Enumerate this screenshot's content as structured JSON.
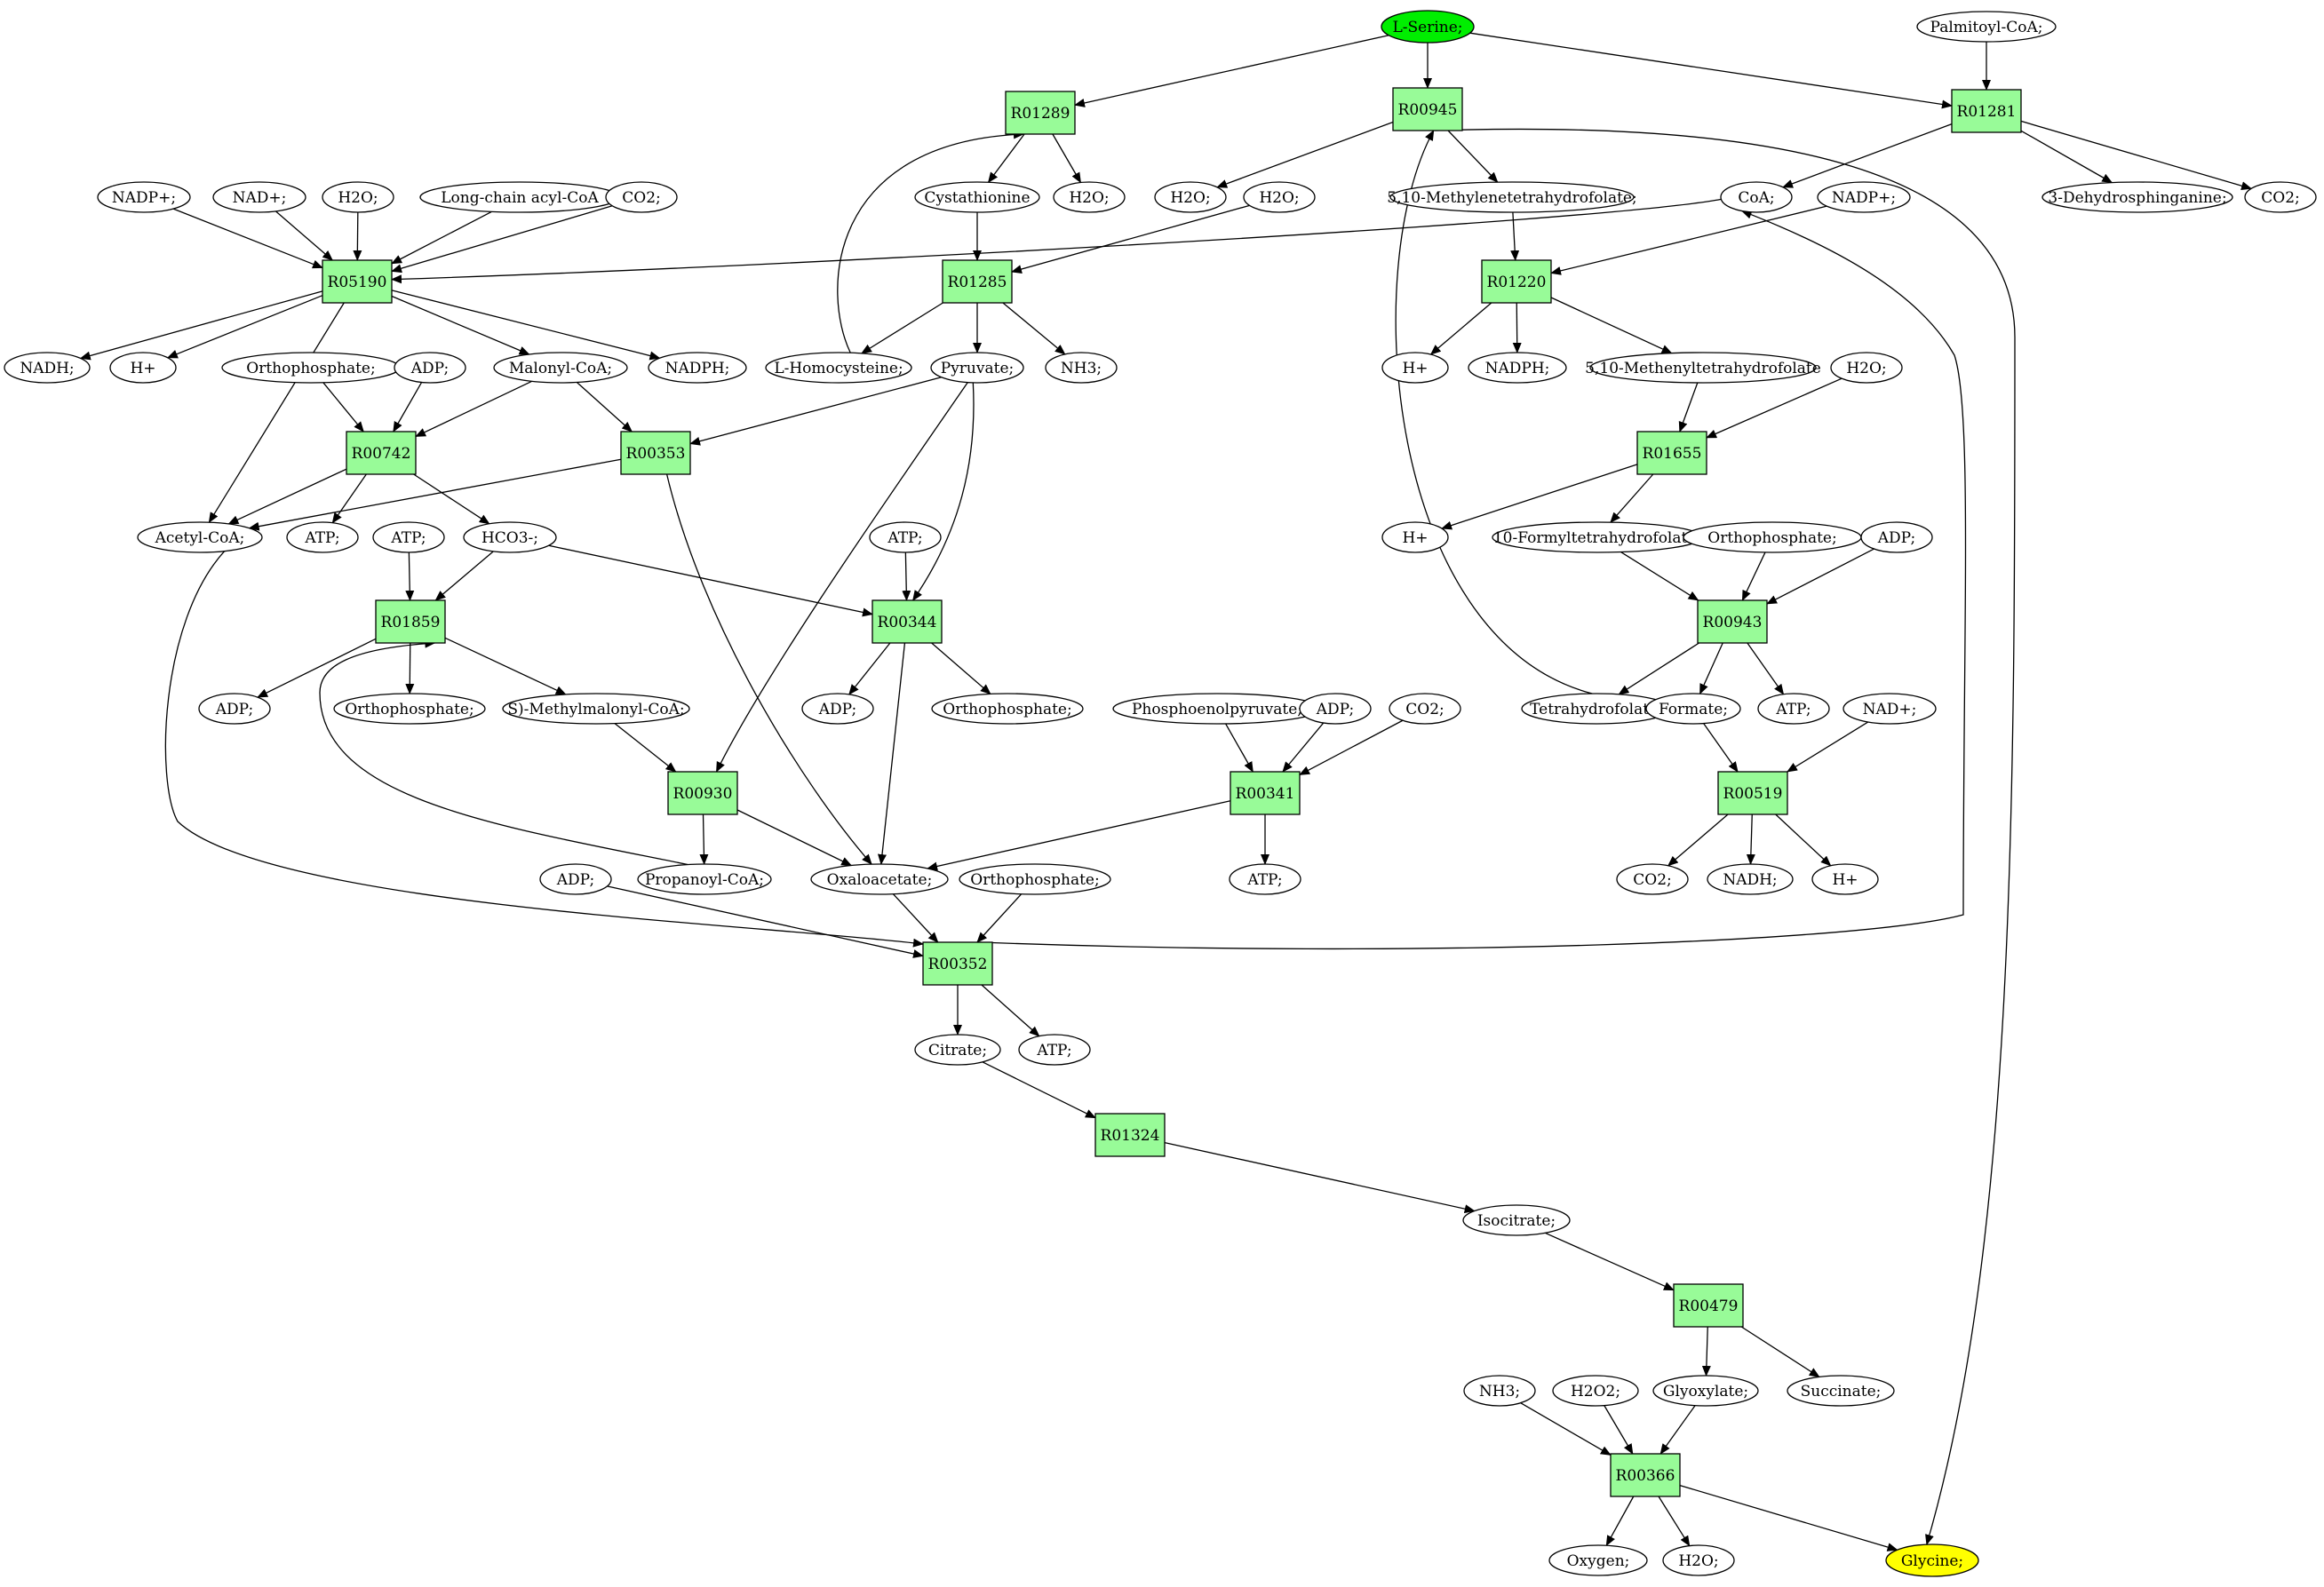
{
  "colors": {
    "reaction_fill": "#98fb98",
    "start_fill": "#00ee00",
    "end_fill": "#ffff00",
    "compound_fill": "#ffffff",
    "stroke": "#000000"
  },
  "nodes": [
    {
      "id": "lserine",
      "label": "L-Serine;",
      "kind": "start"
    },
    {
      "id": "palmcoa",
      "label": "Palmitoyl-CoA;",
      "kind": "compound"
    },
    {
      "id": "r01289",
      "label": "R01289",
      "kind": "reaction"
    },
    {
      "id": "r00945",
      "label": "R00945",
      "kind": "reaction"
    },
    {
      "id": "r01281",
      "label": "R01281",
      "kind": "reaction"
    },
    {
      "id": "nadpp1",
      "label": "NADP+;",
      "kind": "compound"
    },
    {
      "id": "nadp1",
      "label": "NAD+;",
      "kind": "compound"
    },
    {
      "id": "h2o1",
      "label": "H2O;",
      "kind": "compound"
    },
    {
      "id": "lcacoa",
      "label": "Long-chain acyl-CoA",
      "kind": "compound"
    },
    {
      "id": "co2a",
      "label": "CO2;",
      "kind": "compound"
    },
    {
      "id": "cysta",
      "label": "Cystathionine",
      "kind": "compound"
    },
    {
      "id": "h2o2",
      "label": "H2O;",
      "kind": "compound"
    },
    {
      "id": "h2o3",
      "label": "H2O;",
      "kind": "compound"
    },
    {
      "id": "h2o4",
      "label": "H2O;",
      "kind": "compound"
    },
    {
      "id": "mthf",
      "label": "5,10-Methylenetetrahydrofolate;",
      "kind": "compound"
    },
    {
      "id": "coa",
      "label": "CoA;",
      "kind": "compound"
    },
    {
      "id": "nadpp2",
      "label": "NADP+;",
      "kind": "compound"
    },
    {
      "id": "dhs",
      "label": "3-Dehydrosphinganine;",
      "kind": "compound"
    },
    {
      "id": "co2b",
      "label": "CO2;",
      "kind": "compound"
    },
    {
      "id": "r05190",
      "label": "R05190",
      "kind": "reaction"
    },
    {
      "id": "r01285",
      "label": "R01285",
      "kind": "reaction"
    },
    {
      "id": "r01220",
      "label": "R01220",
      "kind": "reaction"
    },
    {
      "id": "nadh1",
      "label": "NADH;",
      "kind": "compound"
    },
    {
      "id": "hp1",
      "label": "H+",
      "kind": "compound"
    },
    {
      "id": "ortho1",
      "label": "Orthophosphate;",
      "kind": "compound"
    },
    {
      "id": "adp1",
      "label": "ADP;",
      "kind": "compound"
    },
    {
      "id": "malcoa",
      "label": "Malonyl-CoA;",
      "kind": "compound"
    },
    {
      "id": "nadph1",
      "label": "NADPH;",
      "kind": "compound"
    },
    {
      "id": "lhcys",
      "label": "L-Homocysteine;",
      "kind": "compound"
    },
    {
      "id": "pyr",
      "label": "Pyruvate;",
      "kind": "compound"
    },
    {
      "id": "nh3a",
      "label": "NH3;",
      "kind": "compound"
    },
    {
      "id": "hp2",
      "label": "H+",
      "kind": "compound"
    },
    {
      "id": "nadph2",
      "label": "NADPH;",
      "kind": "compound"
    },
    {
      "id": "menthf",
      "label": "5,10-Methenyltetrahydrofolate",
      "kind": "compound"
    },
    {
      "id": "h2o5",
      "label": "H2O;",
      "kind": "compound"
    },
    {
      "id": "r00742",
      "label": "R00742",
      "kind": "reaction"
    },
    {
      "id": "r00353",
      "label": "R00353",
      "kind": "reaction"
    },
    {
      "id": "r01655",
      "label": "R01655",
      "kind": "reaction"
    },
    {
      "id": "acoa",
      "label": "Acetyl-CoA;",
      "kind": "compound"
    },
    {
      "id": "atp1",
      "label": "ATP;",
      "kind": "compound"
    },
    {
      "id": "atp2",
      "label": "ATP;",
      "kind": "compound"
    },
    {
      "id": "hco3",
      "label": "HCO3-;",
      "kind": "compound"
    },
    {
      "id": "atp3",
      "label": "ATP;",
      "kind": "compound"
    },
    {
      "id": "hp3",
      "label": "H+",
      "kind": "compound"
    },
    {
      "id": "fthf",
      "label": "10-Formyltetrahydrofolate;",
      "kind": "compound"
    },
    {
      "id": "ortho2",
      "label": "Orthophosphate;",
      "kind": "compound"
    },
    {
      "id": "adp2",
      "label": "ADP;",
      "kind": "compound"
    },
    {
      "id": "r01859",
      "label": "R01859",
      "kind": "reaction"
    },
    {
      "id": "r00344",
      "label": "R00344",
      "kind": "reaction"
    },
    {
      "id": "r00943",
      "label": "R00943",
      "kind": "reaction"
    },
    {
      "id": "adp3",
      "label": "ADP;",
      "kind": "compound"
    },
    {
      "id": "ortho3",
      "label": "Orthophosphate;",
      "kind": "compound"
    },
    {
      "id": "smmcoa",
      "label": "S)-Methylmalonyl-CoA;",
      "kind": "compound"
    },
    {
      "id": "adp4",
      "label": "ADP;",
      "kind": "compound"
    },
    {
      "id": "ortho4",
      "label": "Orthophosphate;",
      "kind": "compound"
    },
    {
      "id": "pep",
      "label": "Phosphoenolpyruvate;",
      "kind": "compound"
    },
    {
      "id": "adp5",
      "label": "ADP;",
      "kind": "compound"
    },
    {
      "id": "co2c",
      "label": "CO2;",
      "kind": "compound"
    },
    {
      "id": "thf",
      "label": "Tetrahydrofolate;",
      "kind": "compound"
    },
    {
      "id": "formate",
      "label": "Formate;",
      "kind": "compound"
    },
    {
      "id": "atp4",
      "label": "ATP;",
      "kind": "compound"
    },
    {
      "id": "nadp3",
      "label": "NAD+;",
      "kind": "compound"
    },
    {
      "id": "r00930",
      "label": "R00930",
      "kind": "reaction"
    },
    {
      "id": "r00341",
      "label": "R00341",
      "kind": "reaction"
    },
    {
      "id": "r00519",
      "label": "R00519",
      "kind": "reaction"
    },
    {
      "id": "adp6",
      "label": "ADP;",
      "kind": "compound"
    },
    {
      "id": "propcoa",
      "label": "Propanoyl-CoA;",
      "kind": "compound"
    },
    {
      "id": "oaa",
      "label": "Oxaloacetate;",
      "kind": "compound"
    },
    {
      "id": "ortho5",
      "label": "Orthophosphate;",
      "kind": "compound"
    },
    {
      "id": "atp5",
      "label": "ATP;",
      "kind": "compound"
    },
    {
      "id": "co2d",
      "label": "CO2;",
      "kind": "compound"
    },
    {
      "id": "nadh2",
      "label": "NADH;",
      "kind": "compound"
    },
    {
      "id": "hp4",
      "label": "H+",
      "kind": "compound"
    },
    {
      "id": "r00352",
      "label": "R00352",
      "kind": "reaction"
    },
    {
      "id": "citrate",
      "label": "Citrate;",
      "kind": "compound"
    },
    {
      "id": "atp6",
      "label": "ATP;",
      "kind": "compound"
    },
    {
      "id": "r01324",
      "label": "R01324",
      "kind": "reaction"
    },
    {
      "id": "isocit",
      "label": "Isocitrate;",
      "kind": "compound"
    },
    {
      "id": "r00479",
      "label": "R00479",
      "kind": "reaction"
    },
    {
      "id": "nh3b",
      "label": "NH3;",
      "kind": "compound"
    },
    {
      "id": "h2o2b",
      "label": "H2O2;",
      "kind": "compound"
    },
    {
      "id": "glyox",
      "label": "Glyoxylate;",
      "kind": "compound"
    },
    {
      "id": "succ",
      "label": "Succinate;",
      "kind": "compound"
    },
    {
      "id": "r00366",
      "label": "R00366",
      "kind": "reaction"
    },
    {
      "id": "oxygen",
      "label": "Oxygen;",
      "kind": "compound"
    },
    {
      "id": "h2o6",
      "label": "H2O;",
      "kind": "compound"
    },
    {
      "id": "glycine",
      "label": "Glycine;",
      "kind": "end"
    }
  ],
  "edges": [
    [
      "lserine",
      "r01289"
    ],
    [
      "lserine",
      "r00945"
    ],
    [
      "lserine",
      "r01281"
    ],
    [
      "palmcoa",
      "r01281"
    ],
    [
      "r01289",
      "cysta"
    ],
    [
      "r01289",
      "h2o2"
    ],
    [
      "r00945",
      "h2o3"
    ],
    [
      "r00945",
      "mthf"
    ],
    [
      "r00945",
      "glycine"
    ],
    [
      "r01281",
      "coa"
    ],
    [
      "r01281",
      "dhs"
    ],
    [
      "r01281",
      "co2b"
    ],
    [
      "nadpp1",
      "r05190"
    ],
    [
      "nadp1",
      "r05190"
    ],
    [
      "h2o1",
      "r05190"
    ],
    [
      "lcacoa",
      "r05190"
    ],
    [
      "co2a",
      "r05190"
    ],
    [
      "coa",
      "r05190"
    ],
    [
      "r05190",
      "nadh1"
    ],
    [
      "r05190",
      "hp1"
    ],
    [
      "r05190",
      "malcoa"
    ],
    [
      "r05190",
      "nadph1"
    ],
    [
      "r05190",
      "acoa"
    ],
    [
      "cysta",
      "r01285"
    ],
    [
      "h2o4",
      "r01285"
    ],
    [
      "r01285",
      "lhcys"
    ],
    [
      "r01285",
      "pyr"
    ],
    [
      "r01285",
      "nh3a"
    ],
    [
      "lhcys",
      "r01289"
    ],
    [
      "mthf",
      "r01220"
    ],
    [
      "nadpp2",
      "r01220"
    ],
    [
      "r01220",
      "hp2"
    ],
    [
      "r01220",
      "nadph2"
    ],
    [
      "r01220",
      "menthf"
    ],
    [
      "ortho1",
      "r00742"
    ],
    [
      "adp1",
      "r00742"
    ],
    [
      "malcoa",
      "r00742"
    ],
    [
      "malcoa",
      "r00353"
    ],
    [
      "pyr",
      "r00353"
    ],
    [
      "r00742",
      "acoa"
    ],
    [
      "r00742",
      "atp1"
    ],
    [
      "r00742",
      "hco3"
    ],
    [
      "r00353",
      "acoa"
    ],
    [
      "r00353",
      "oaa"
    ],
    [
      "menthf",
      "r01655"
    ],
    [
      "h2o5",
      "r01655"
    ],
    [
      "r01655",
      "hp3"
    ],
    [
      "r01655",
      "fthf"
    ],
    [
      "atp2",
      "r01859"
    ],
    [
      "hco3",
      "r01859"
    ],
    [
      "hco3",
      "r00344"
    ],
    [
      "atp3",
      "r00344"
    ],
    [
      "pyr",
      "r00344"
    ],
    [
      "fthf",
      "r00943"
    ],
    [
      "ortho2",
      "r00943"
    ],
    [
      "adp2",
      "r00943"
    ],
    [
      "r01859",
      "adp3"
    ],
    [
      "r01859",
      "ortho3"
    ],
    [
      "r01859",
      "smmcoa"
    ],
    [
      "r00344",
      "adp4"
    ],
    [
      "r00344",
      "ortho4"
    ],
    [
      "r00344",
      "oaa"
    ],
    [
      "r00943",
      "thf"
    ],
    [
      "r00943",
      "formate"
    ],
    [
      "r00943",
      "atp4"
    ],
    [
      "thf",
      "r00945"
    ],
    [
      "smmcoa",
      "r00930"
    ],
    [
      "pyr",
      "r00930"
    ],
    [
      "pep",
      "r00341"
    ],
    [
      "adp5",
      "r00341"
    ],
    [
      "co2c",
      "r00341"
    ],
    [
      "formate",
      "r00519"
    ],
    [
      "nadp3",
      "r00519"
    ],
    [
      "r00930",
      "propcoa"
    ],
    [
      "r00930",
      "oaa"
    ],
    [
      "propcoa",
      "r01859"
    ],
    [
      "r00341",
      "oaa"
    ],
    [
      "r00341",
      "atp5"
    ],
    [
      "r00519",
      "co2d"
    ],
    [
      "r00519",
      "nadh2"
    ],
    [
      "r00519",
      "hp4"
    ],
    [
      "adp6",
      "r00352"
    ],
    [
      "oaa",
      "r00352"
    ],
    [
      "ortho5",
      "r00352"
    ],
    [
      "acoa",
      "r00352"
    ],
    [
      "r00352",
      "coa"
    ],
    [
      "r00352",
      "citrate"
    ],
    [
      "r00352",
      "atp6"
    ],
    [
      "citrate",
      "r01324"
    ],
    [
      "r01324",
      "isocit"
    ],
    [
      "isocit",
      "r00479"
    ],
    [
      "r00479",
      "glyox"
    ],
    [
      "r00479",
      "succ"
    ],
    [
      "nh3b",
      "r00366"
    ],
    [
      "h2o2b",
      "r00366"
    ],
    [
      "glyox",
      "r00366"
    ],
    [
      "r00366",
      "oxygen"
    ],
    [
      "r00366",
      "h2o6"
    ],
    [
      "r00366",
      "glycine"
    ]
  ]
}
